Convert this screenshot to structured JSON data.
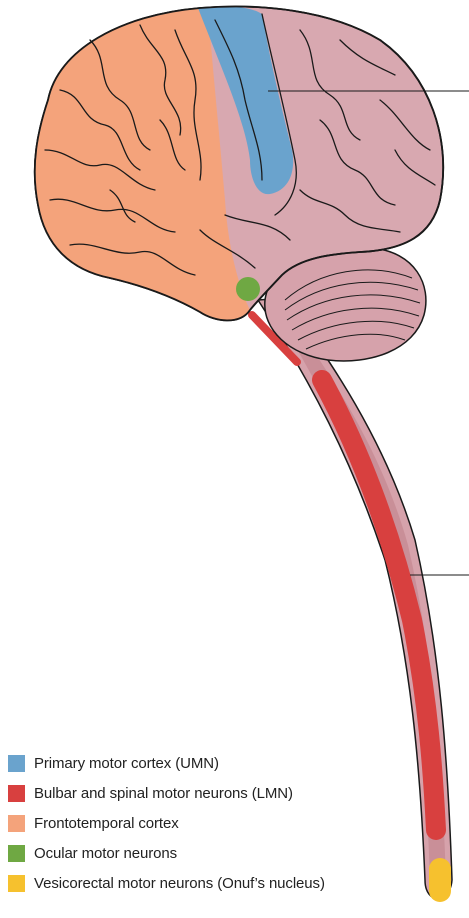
{
  "legend": [
    {
      "label": "Primary motor cortex (UMN)",
      "color": "#6aa3cd"
    },
    {
      "label": "Bulbar and spinal motor neurons (LMN)",
      "color": "#d8403f"
    },
    {
      "label": "Frontotemporal cortex",
      "color": "#f4a37b"
    },
    {
      "label": "Ocular motor neurons",
      "color": "#6fa843"
    },
    {
      "label": "Vesicorectal motor neurons (Onuf’s nucleus)",
      "color": "#f6c12e"
    }
  ],
  "colors": {
    "brain_base": "#d8a8b0",
    "cord_core": "#c98f98",
    "outline": "#1a1a1a"
  }
}
